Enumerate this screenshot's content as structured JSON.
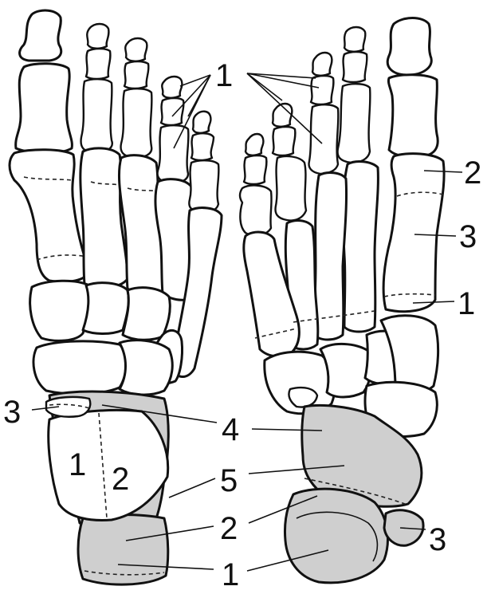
{
  "labels": {
    "phalanges_left": "1",
    "phalanges_right": "1",
    "metatarsal_right_2": "2",
    "metatarsal_right_3": "3",
    "metatarsal_right_1": "1",
    "left_3": "3",
    "center_4": "4",
    "talus_1": "1",
    "talus_2": "2",
    "center_5": "5",
    "center_2": "2",
    "center_1": "1",
    "right_3": "3"
  },
  "colors": {
    "outline": "#111111",
    "bone_fill": "#ffffff",
    "shaded_fill": "#cfcfcf"
  }
}
